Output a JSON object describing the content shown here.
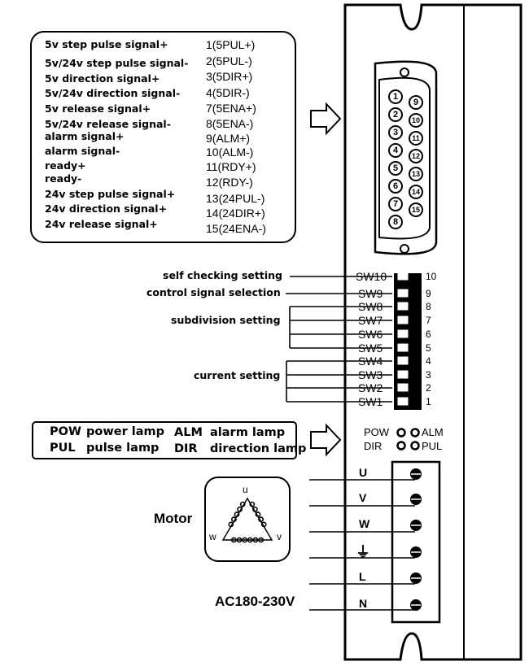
{
  "connector_pins": [
    {
      "signal": "5v step pulse signal+",
      "pin": "1(5PUL+)"
    },
    {
      "signal": "5v/24v step pulse signal-",
      "pin": "2(5PUL-)"
    },
    {
      "signal": "5v direction signal+",
      "pin": "3(5DIR+)"
    },
    {
      "signal": "5v/24v direction signal-",
      "pin": "4(5DIR-)"
    },
    {
      "signal": "5v release signal+",
      "pin": "7(5ENA+)"
    },
    {
      "signal": "5v/24v  release signal-",
      "pin": "8(5ENA-)"
    },
    {
      "signal": "alarm signal+",
      "pin": "9(ALM+)"
    },
    {
      "signal": "alarm signal-",
      "pin": "10(ALM-)"
    },
    {
      "signal": "ready+",
      "pin": "11(RDY+)"
    },
    {
      "signal": "ready-",
      "pin": "12(RDY-)"
    },
    {
      "signal": "24v step pulse signal+",
      "pin": "13(24PUL-)"
    },
    {
      "signal": "24v direction signal+",
      "pin": "14(24DIR+)"
    },
    {
      "signal": "24v release signal+",
      "pin": "15(24ENA-)"
    }
  ],
  "db15_numbers": [
    "1",
    "2",
    "3",
    "4",
    "5",
    "6",
    "7",
    "8",
    "9",
    "10",
    "11",
    "12",
    "13",
    "14",
    "15"
  ],
  "switch_labels": {
    "self_check": "self checking setting",
    "control": "control signal selection",
    "subdivision": "subdivision setting",
    "current": "current setting"
  },
  "switches": [
    "SW10",
    "SW9",
    "SW8",
    "SW7",
    "SW6",
    "SW5",
    "SW4",
    "SW3",
    "SW2",
    "SW1"
  ],
  "switch_numbers": [
    "10",
    "9",
    "8",
    "7",
    "6",
    "5",
    "4",
    "3",
    "2",
    "1"
  ],
  "lamp_legend": {
    "pow": "POW",
    "pow_desc": "power lamp",
    "pul": "PUL",
    "pul_desc": "pulse lamp",
    "alm": "ALM",
    "alm_desc": "alarm lamp",
    "dir": "DIR",
    "dir_desc": "direction lamp"
  },
  "leds": {
    "pow": "POW",
    "alm": "ALM",
    "dir": "DIR",
    "pul": "PUL"
  },
  "terminals": [
    "U",
    "V",
    "W",
    "⏚",
    "L",
    "N"
  ],
  "motor": {
    "label": "Motor",
    "u": "u",
    "v": "v",
    "w": "w"
  },
  "power_label": "AC180-230V"
}
